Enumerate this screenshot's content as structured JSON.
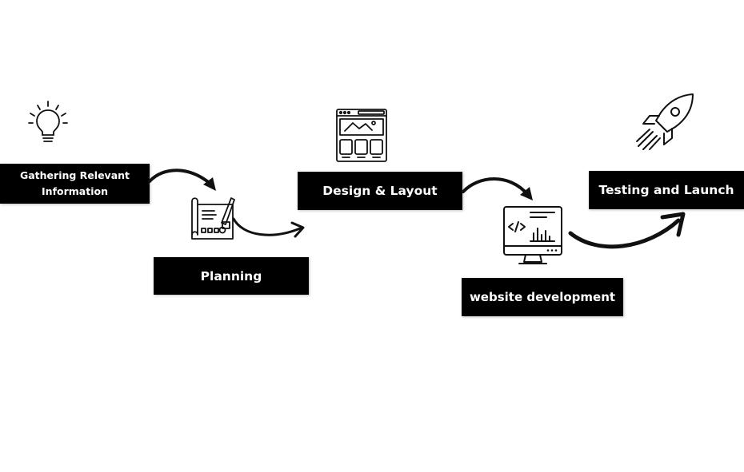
{
  "steps": [
    {
      "key": "gather",
      "label": "Gathering Relevant Information",
      "icon": "lightbulb-icon"
    },
    {
      "key": "plan",
      "label": "Planning",
      "icon": "blueprint-pencil-icon"
    },
    {
      "key": "design",
      "label": "Design & Layout",
      "icon": "wireframe-layout-icon"
    },
    {
      "key": "dev",
      "label": "website development",
      "icon": "code-monitor-icon"
    },
    {
      "key": "test",
      "label": "Testing  and Launch",
      "icon": "rocket-icon"
    }
  ],
  "colors": {
    "box_background": "#000000",
    "box_text": "#ffffff",
    "stroke": "#111111",
    "page_background": "#ffffff"
  }
}
